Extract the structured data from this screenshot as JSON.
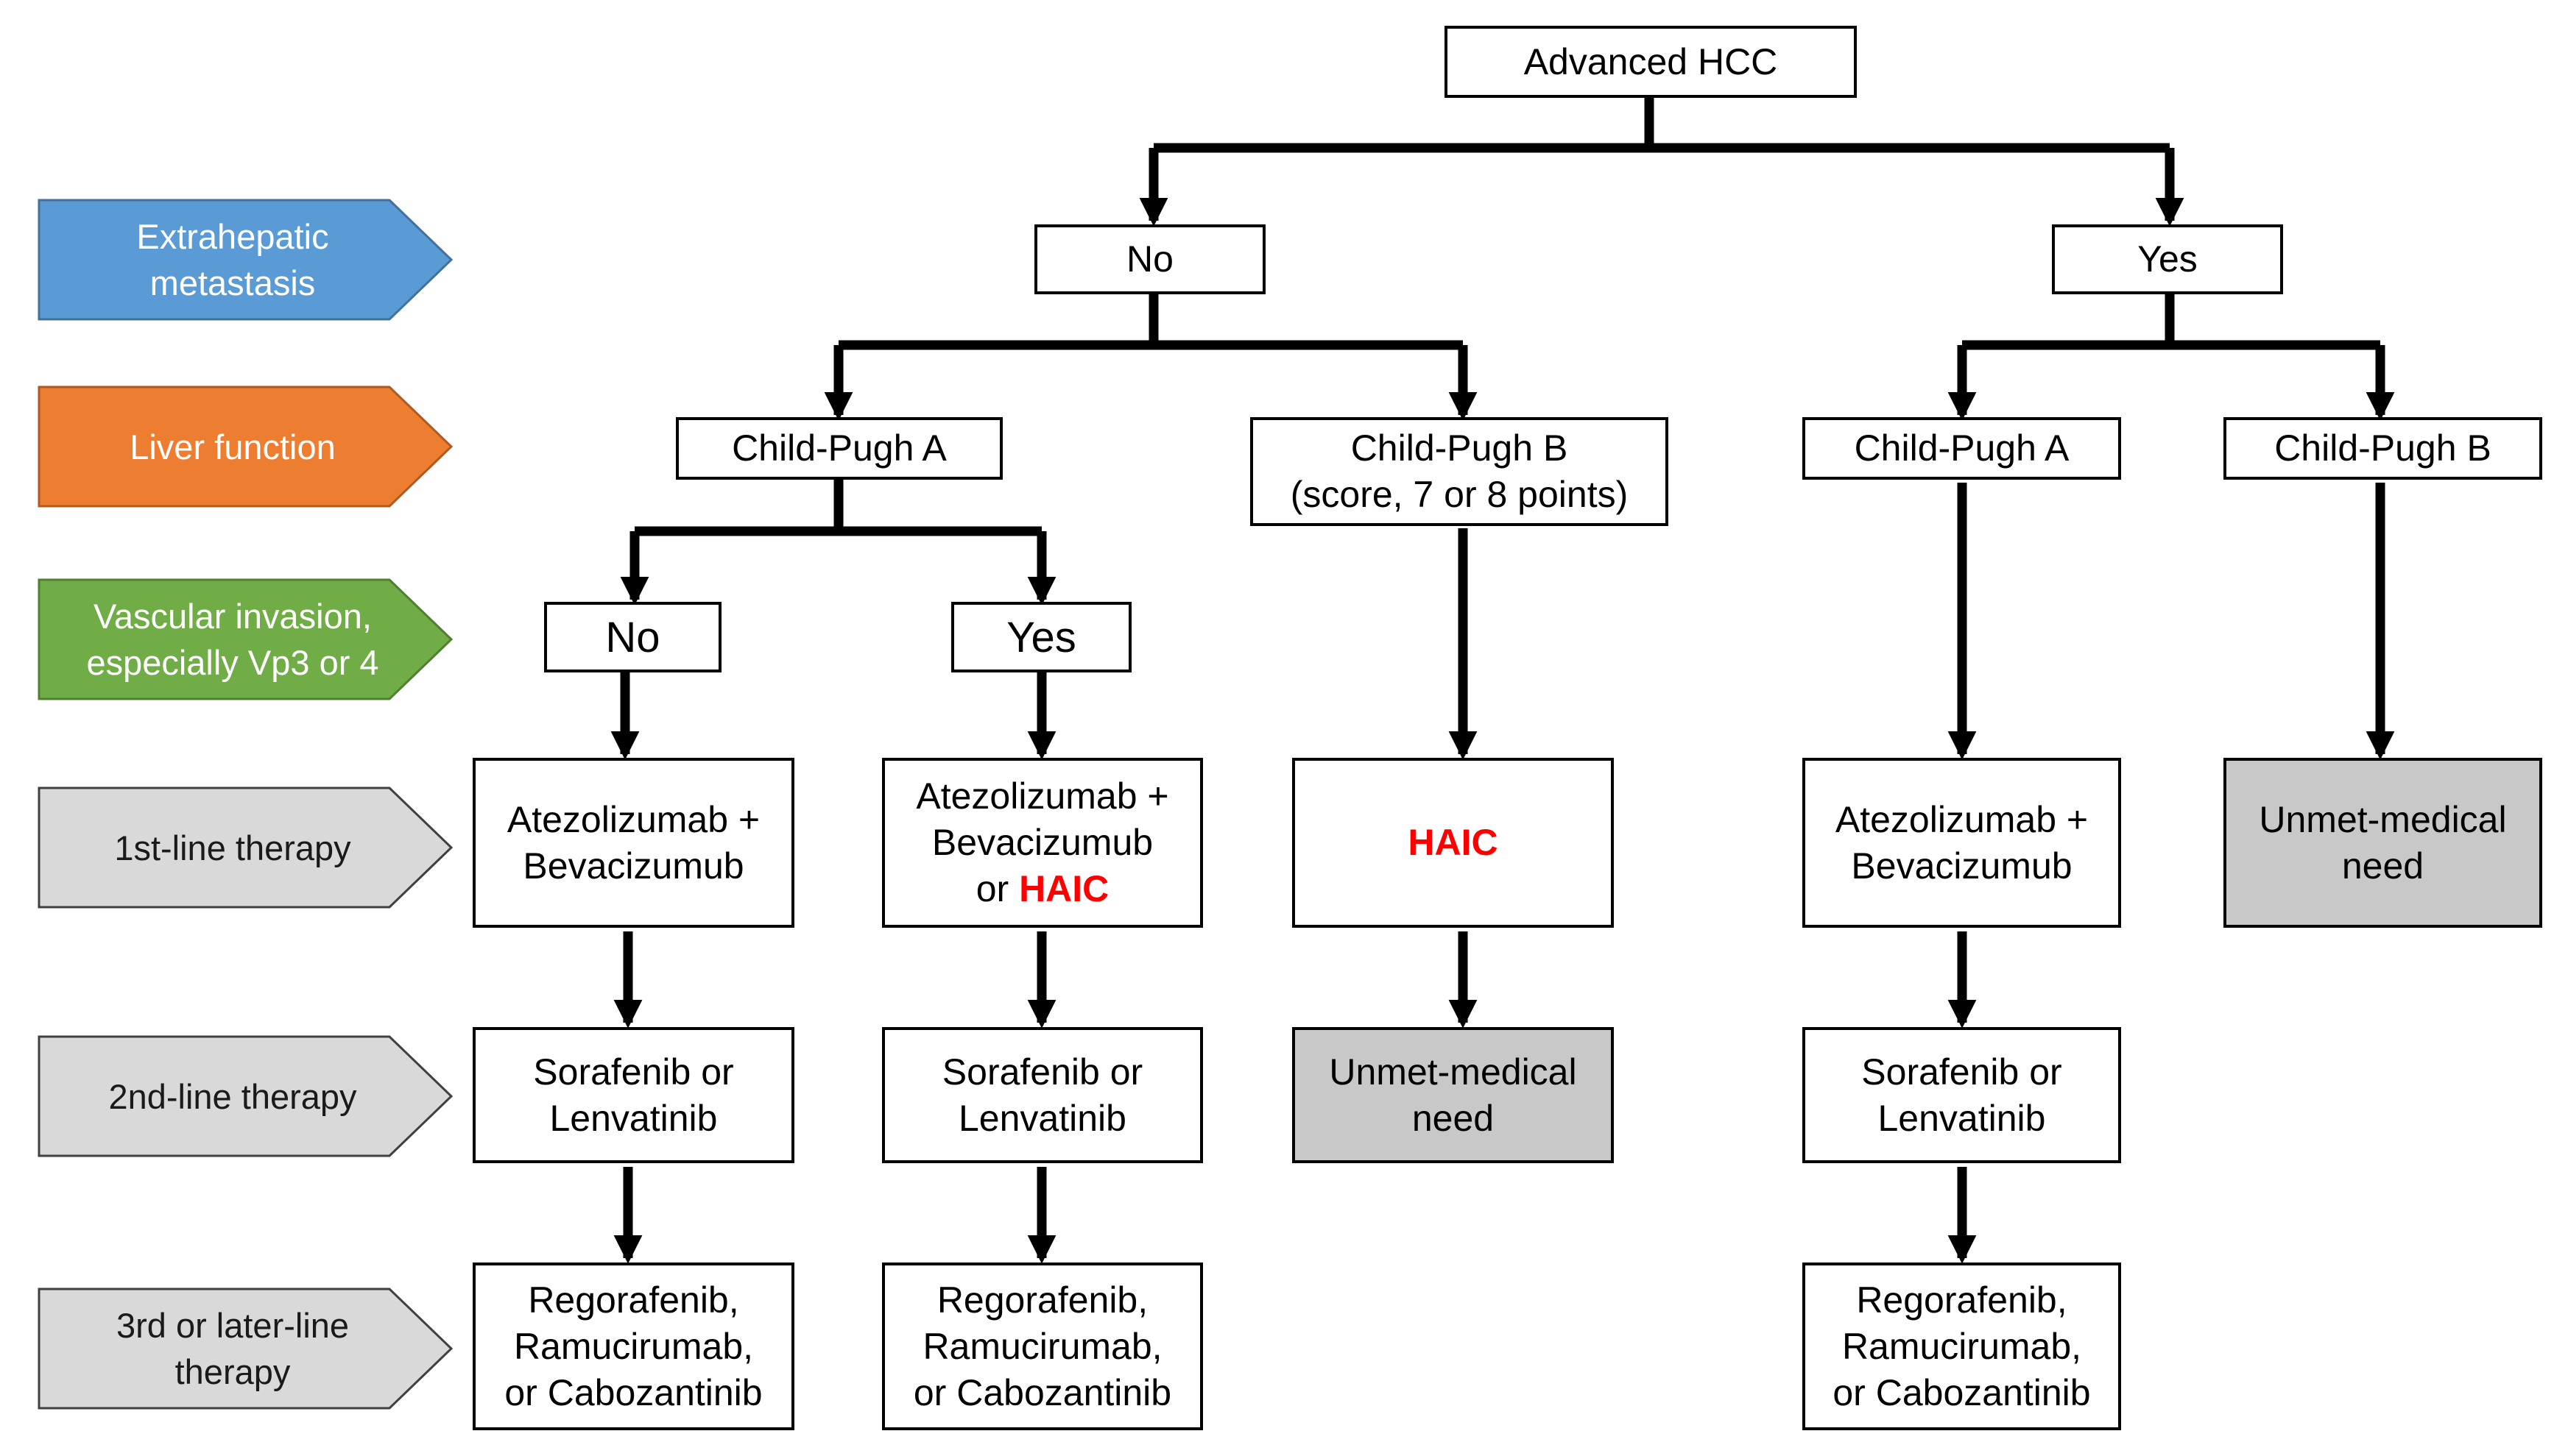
{
  "colors": {
    "blue": "#5b9bd5",
    "orange": "#ed7d31",
    "green": "#70ad47",
    "gray": "#d9d9d9",
    "unmet_fill": "#c8c8c8",
    "haic": "#ff0000"
  },
  "categories": {
    "extrahepatic": "Extrahepatic\nmetastasis",
    "liver": "Liver function",
    "vascular": "Vascular invasion,\nespecially Vp3 or 4",
    "first": "1st-line therapy",
    "second": "2nd-line therapy",
    "third": "3rd or later-line\ntherapy"
  },
  "nodes": {
    "root": "Advanced HCC",
    "no1": "No",
    "yes1": "Yes",
    "cpA_left": "Child-Pugh A",
    "cpB_left": "Child-Pugh B\n(score, 7 or 8 points)",
    "cpA_right": "Child-Pugh A",
    "cpB_right": "Child-Pugh B",
    "no2": "No",
    "yes2": "Yes",
    "col1_first": "Atezolizumab +\nBevacizumub",
    "col2_first_pre": "Atezolizumab +\nBevacizumub\nor ",
    "col2_first_haic": "HAIC",
    "col3_first": "HAIC",
    "col4_first": "Atezolizumab +\nBevacizumub",
    "col5_first": "Unmet-medical\nneed",
    "col1_second": "Sorafenib or\nLenvatinib",
    "col2_second": "Sorafenib or\nLenvatinib",
    "col3_second": "Unmet-medical\nneed",
    "col4_second": "Sorafenib or\nLenvatinib",
    "col1_third": "Regorafenib,\nRamucirumab,\nor Cabozantinib",
    "col2_third": "Regorafenib,\nRamucirumab,\nor Cabozantinib",
    "col4_third": "Regorafenib,\nRamucirumab,\nor Cabozantinib"
  }
}
